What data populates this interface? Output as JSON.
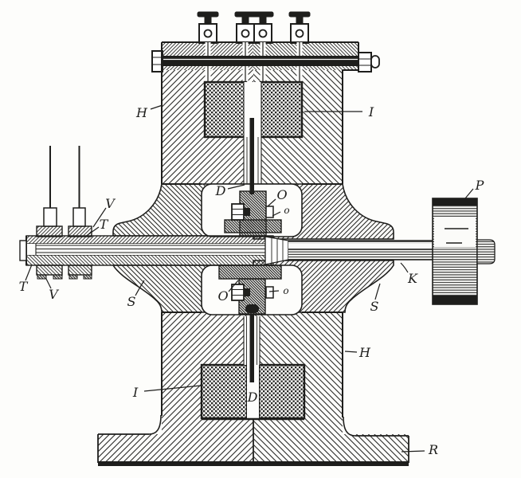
{
  "figure": {
    "kind": "sectional engraving",
    "paper_color": "#fdfdfb",
    "ink_color": "#1e1e1c"
  },
  "labels": [
    {
      "id": "H-upper",
      "text": "H"
    },
    {
      "id": "I-upper",
      "text": "I"
    },
    {
      "id": "D-upper",
      "text": "D"
    },
    {
      "id": "O-upper",
      "text": "O"
    },
    {
      "id": "o-upper-small",
      "text": "o"
    },
    {
      "id": "P-wheel",
      "text": "P"
    },
    {
      "id": "V-upper",
      "text": "V"
    },
    {
      "id": "T-mid",
      "text": "T"
    },
    {
      "id": "T-left",
      "text": "T"
    },
    {
      "id": "V-lower",
      "text": "V"
    },
    {
      "id": "S-left",
      "text": "S"
    },
    {
      "id": "O-lower",
      "text": "O"
    },
    {
      "id": "o-lower-small",
      "text": "o"
    },
    {
      "id": "S-right",
      "text": "S"
    },
    {
      "id": "K-shaft",
      "text": "K"
    },
    {
      "id": "H-lower",
      "text": "H"
    },
    {
      "id": "I-lower",
      "text": "I"
    },
    {
      "id": "D-lower",
      "text": "D"
    },
    {
      "id": "R-base",
      "text": "R"
    }
  ]
}
